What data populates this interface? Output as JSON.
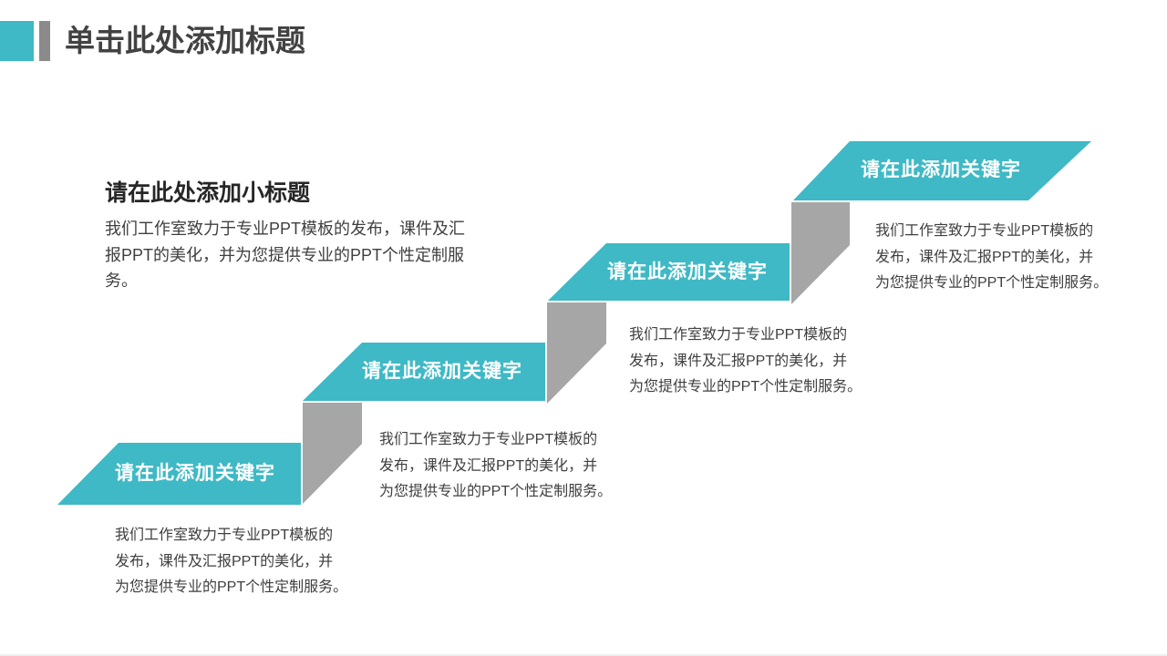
{
  "slide": {
    "title": "单击此处添加标题",
    "colors": {
      "teal": "#3EB9C5",
      "gray": "#A6A6A6",
      "accent_bar": "#8A8A8A",
      "title_text": "#424242",
      "subtitle_text": "#262626",
      "body_text": "#3F3F3F",
      "banner_text": "#FFFFFF",
      "bottom_edge": "#EDEDED"
    },
    "intro": {
      "subtitle": "请在此处添加小标题",
      "lines": [
        "我们工作室致力于专业PPT模板的发布，课件及汇",
        "报PPT的美化，并为您提供专业的PPT个性定制服",
        "务。"
      ]
    },
    "steps": [
      {
        "label": "请在此添加关键字",
        "desc_lines": [
          "我们工作室致力于专业PPT模板的",
          "发布，课件及汇报PPT的美化，并",
          "为您提供专业的PPT个性定制服务。"
        ]
      },
      {
        "label": "请在此添加关键字",
        "desc_lines": [
          "我们工作室致力于专业PPT模板的",
          "发布，课件及汇报PPT的美化，并",
          "为您提供专业的PPT个性定制服务。"
        ]
      },
      {
        "label": "请在此添加关键字",
        "desc_lines": [
          "我们工作室致力于专业PPT模板的",
          "发布，课件及汇报PPT的美化，并",
          "为您提供专业的PPT个性定制服务。"
        ]
      },
      {
        "label": "请在此添加关键字",
        "desc_lines": [
          "我们工作室致力于专业PPT模板的",
          "发布，课件及汇报PPT的美化，并",
          "为您提供专业的PPT个性定制服务。"
        ]
      }
    ]
  }
}
